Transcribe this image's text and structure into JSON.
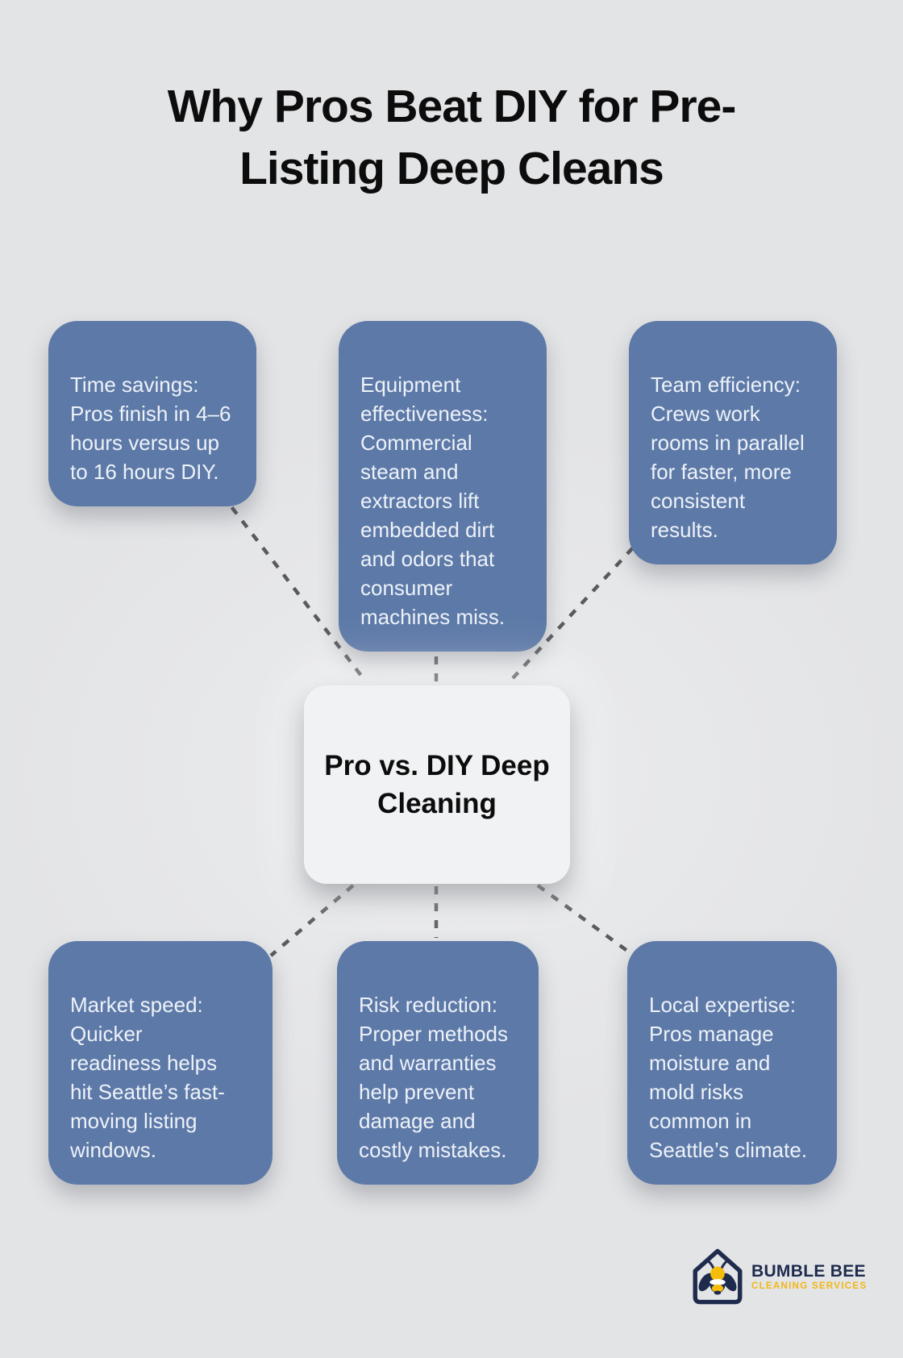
{
  "title": {
    "lines": [
      "Why Pros Beat DIY for Pre-",
      "Listing Deep Cleans"
    ],
    "full": "Why Pros Beat DIY for Pre-Listing Deep Cleans"
  },
  "center": {
    "text": "Pro vs. DIY Deep\nCleaning"
  },
  "nodes": [
    {
      "id": "time-savings",
      "text": "Time savings:\nPros finish in 4–6\nhours versus up\nto 16 hours DIY."
    },
    {
      "id": "equipment",
      "text": "Equipment\neffectiveness:\nCommercial\nsteam and\nextractors lift\nembedded dirt\nand odors that\nconsumer\nmachines miss."
    },
    {
      "id": "team-efficiency",
      "text": "Team efficiency:\nCrews work\nrooms in parallel\nfor faster, more\nconsistent\nresults."
    },
    {
      "id": "market-speed",
      "text": "Market speed:\nQuicker\nreadiness helps\nhit Seattle’s fast-\nmoving listing\nwindows."
    },
    {
      "id": "risk-reduction",
      "text": "Risk reduction:\nProper methods\nand warranties\nhelp prevent\ndamage and\ncostly mistakes."
    },
    {
      "id": "local-expertise",
      "text": "Local expertise:\nPros manage\nmoisture and\nmold risks\ncommon in\nSeattle’s climate."
    }
  ],
  "logo": {
    "name": "BUMBLE BEE",
    "tagline": "CLEANING SERVICES",
    "icon": "house-bee-icon"
  },
  "colors": {
    "background": "#e3e4e6",
    "node_blue": "#5d79a7",
    "node_text": "#edf2f9",
    "center_bg": "#f1f2f3",
    "title_text": "#0c0c0d",
    "connector_gray": "#595a5d",
    "logo_navy": "#1e2b4d",
    "logo_gold": "#f2b713"
  }
}
